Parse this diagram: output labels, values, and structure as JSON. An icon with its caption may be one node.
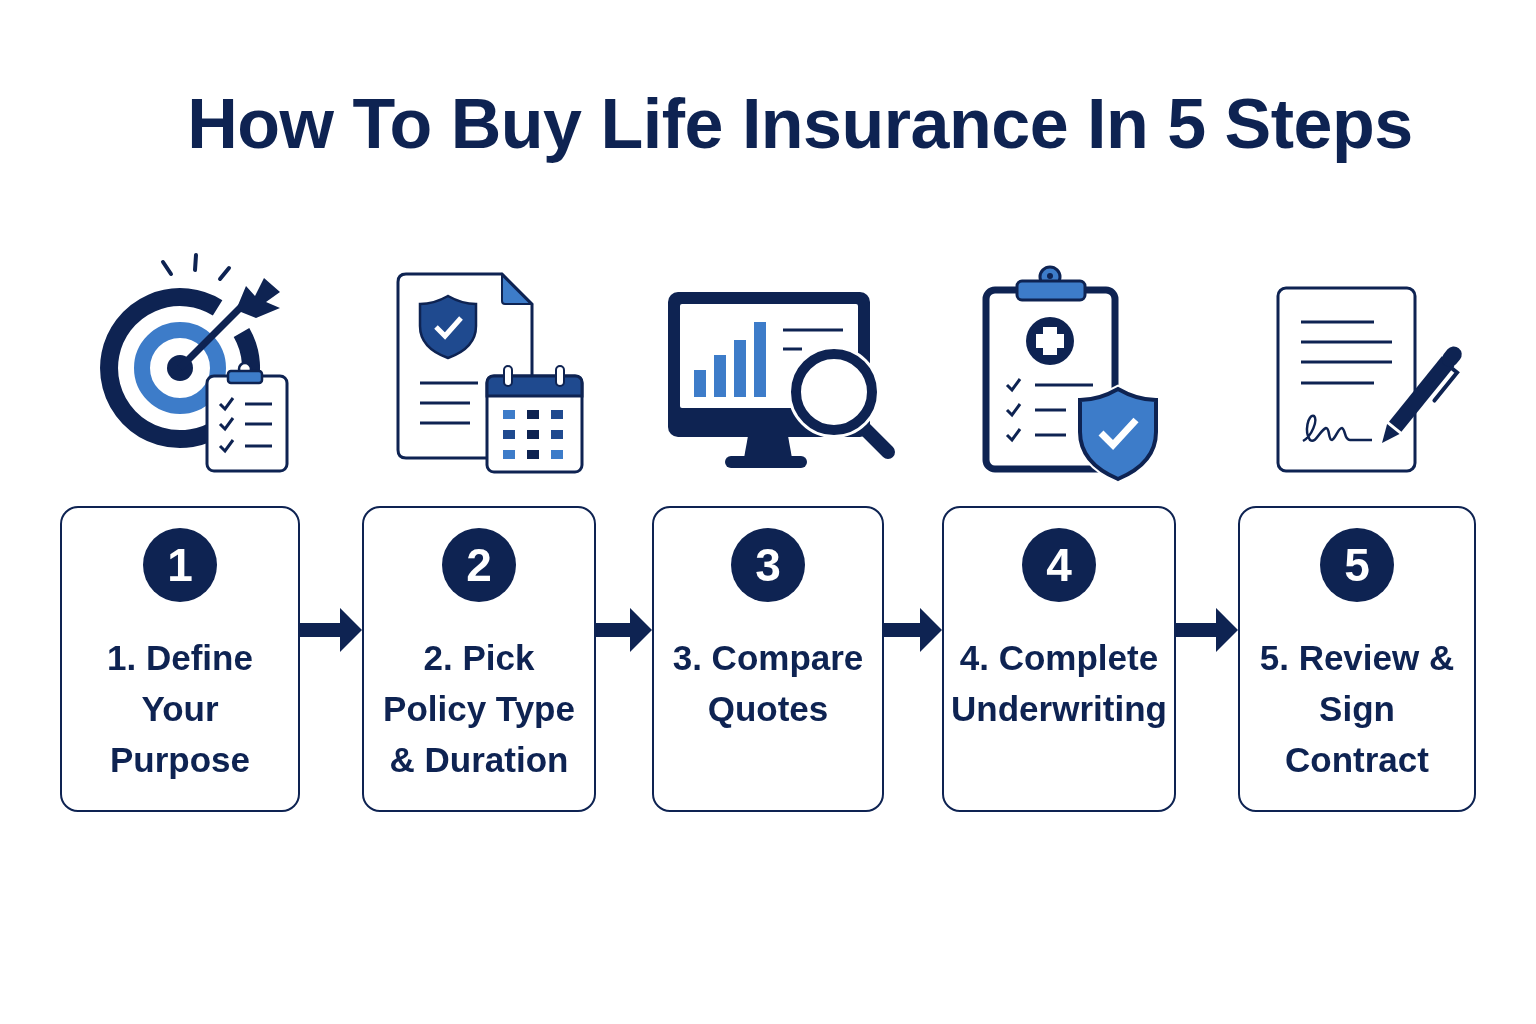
{
  "diagram": {
    "title": "How To Buy Life Insurance In 5 Steps",
    "nodes": [
      {
        "text": [
          "1. Define Your Purpose"
        ]
      },
      {
        "text": [
          "1"
        ],
        "in": 0
      },
      {
        "text": [
          "2. Pick Policy Type & Duration"
        ]
      },
      {
        "text": [
          "2"
        ],
        "in": 2
      },
      {
        "text": [
          "3. Compare Quotes"
        ]
      },
      {
        "text": [
          "3"
        ],
        "in": 4
      },
      {
        "text": [
          "4. Complete Underwriting"
        ]
      },
      {
        "text": [
          "4"
        ],
        "in": 6
      },
      {
        "text": [
          "5. Review & Sign Contract"
        ]
      },
      {
        "text": [
          "5"
        ],
        "in": 8
      }
    ],
    "edges": [
      {
        "from": 0,
        "to": 2,
        "arrow": "to"
      },
      {
        "from": 2,
        "to": 4,
        "arrow": "to"
      },
      {
        "from": 4,
        "to": 6,
        "arrow": "to"
      },
      {
        "from": 6,
        "to": 8,
        "arrow": "to"
      }
    ]
  }
}
